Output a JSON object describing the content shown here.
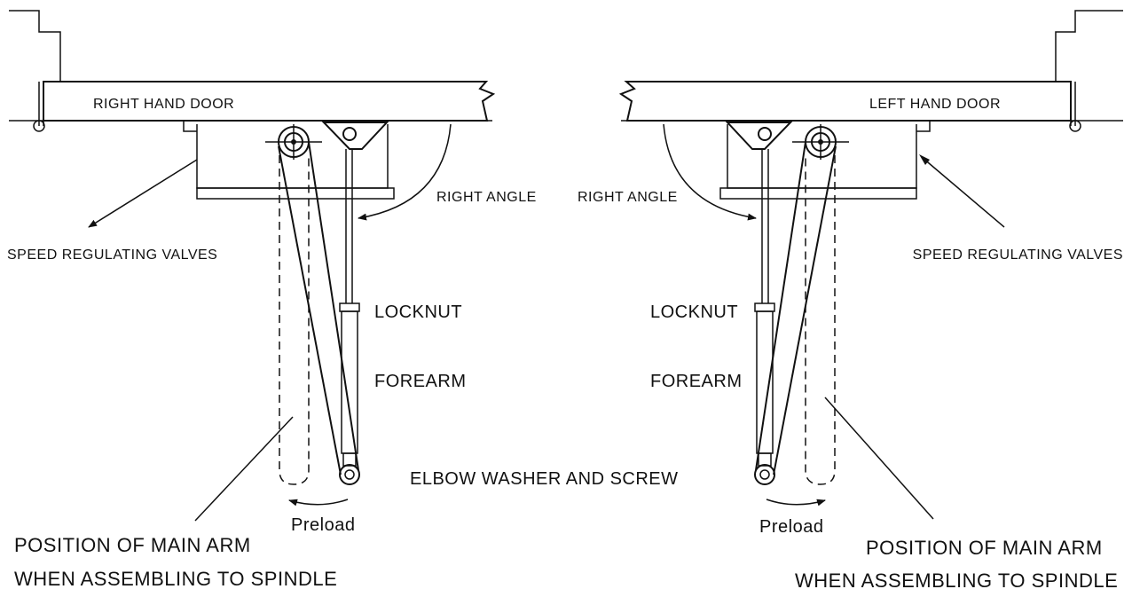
{
  "labels": {
    "right_hand_door": "RIGHT HAND DOOR",
    "left_hand_door": "LEFT HAND DOOR",
    "right_angle_left": "RIGHT ANGLE",
    "right_angle_right": "RIGHT ANGLE",
    "speed_valves_left": "SPEED REGULATING VALVES",
    "speed_valves_right": "SPEED REGULATING VALVES",
    "locknut_left": "LOCKNUT",
    "locknut_right": "LOCKNUT",
    "forearm_left": "FOREARM",
    "forearm_right": "FOREARM",
    "elbow": "ELBOW  WASHER  AND  SCREW",
    "preload_left": "Preload",
    "preload_right": "Preload",
    "main_arm_left_1": "POSITION  OF  MAIN  ARM",
    "main_arm_left_2": "WHEN  ASSEMBLING  TO  SPINDLE",
    "main_arm_right_1": "POSITION  OF  MAIN  ARM",
    "main_arm_right_2": "WHEN  ASSEMBLING  TO  SPINDLE"
  }
}
